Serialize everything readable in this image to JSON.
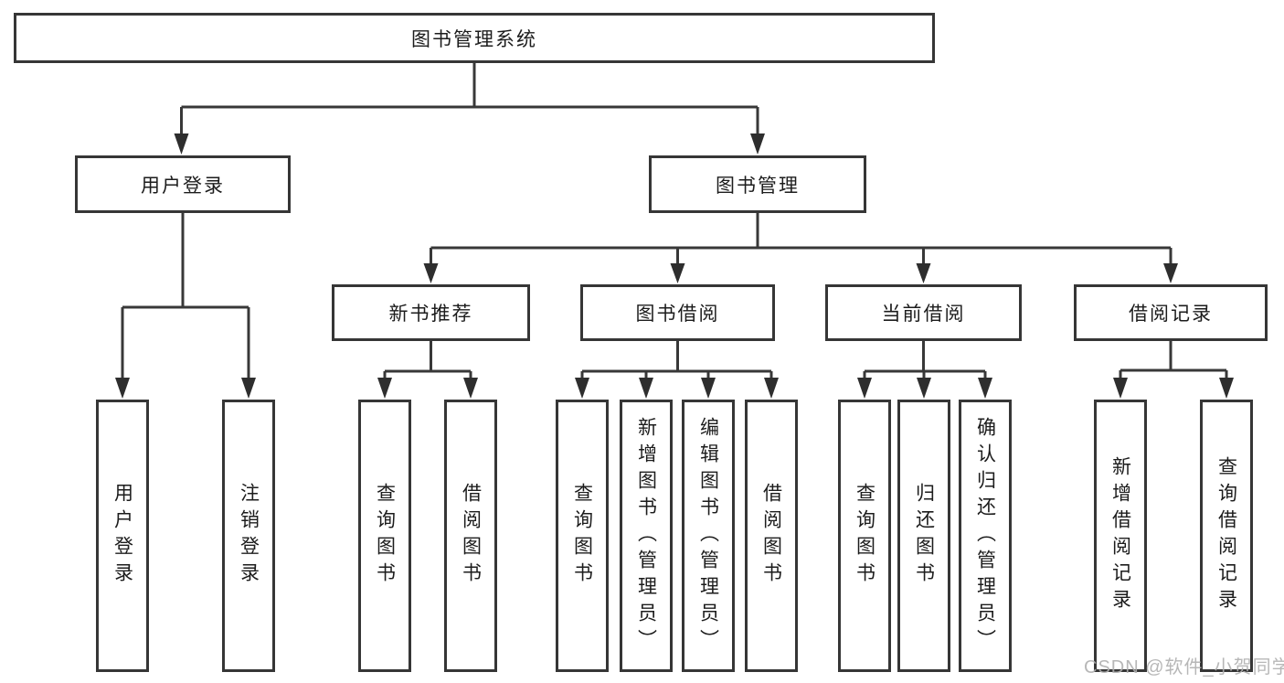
{
  "tree": {
    "root": "图书管理系统",
    "branches": [
      {
        "label": "用户登录",
        "children": [
          "用户登录",
          "注销登录"
        ]
      },
      {
        "label": "图书管理",
        "children": [
          {
            "label": "新书推荐",
            "children": [
              "查询图书",
              "借阅图书"
            ]
          },
          {
            "label": "图书借阅",
            "children": [
              "查询图书",
              "新增图书（管理员）",
              "编辑图书（管理员）",
              "借阅图书"
            ]
          },
          {
            "label": "当前借阅",
            "children": [
              "查询图书",
              "归还图书",
              "确认归还（管理员）"
            ]
          },
          {
            "label": "借阅记录",
            "children": [
              "新增借阅记录",
              "查询借阅记录"
            ]
          }
        ]
      }
    ]
  },
  "watermark": "CSDN @软件_小贺同学",
  "colors": {
    "line": "#383838",
    "arrow": "#2e2e2e",
    "box_border": "#363636",
    "text": "#1c1c1c",
    "watermark": "#afafaf",
    "background": "#ffffff"
  }
}
